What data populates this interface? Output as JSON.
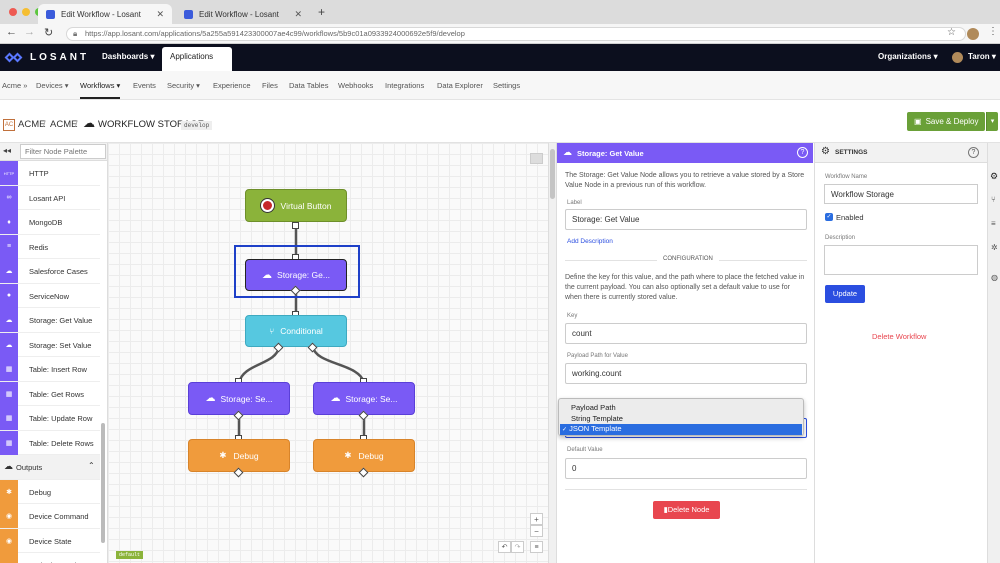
{
  "browser": {
    "tabs": [
      {
        "title": "Edit Workflow - Losant"
      },
      {
        "title": "Edit Workflow - Losant"
      }
    ],
    "new_tab_icon": "plus-icon",
    "url": "https://app.losant.com/applications/5a255a591423300007ae4c99/workflows/5b9c01a0933924000692e5f9/develop"
  },
  "topnav": {
    "brand": "LOSANT",
    "dashboards": "Dashboards",
    "applications": "Applications",
    "organizations": "Organizations",
    "user": "Taron"
  },
  "subnav": {
    "items": [
      "Acme »",
      "Devices",
      "Workflows",
      "Events",
      "Security",
      "Experience",
      "Files",
      "Data Tables",
      "Webhooks",
      "Integrations",
      "Data Explorer",
      "Settings"
    ]
  },
  "breadcrumb": {
    "badge": "AC",
    "org": "ACME",
    "app": "ACME",
    "workflow": "WORKFLOW STORAGE",
    "version": "develop",
    "save_deploy": "Save & Deploy"
  },
  "palette": {
    "filter_placeholder": "Filter Node Palette",
    "items": [
      {
        "label": "HTTP",
        "color": "#7a5af5",
        "icon": "http-icon",
        "icon_text": "HTTP"
      },
      {
        "label": "Losant API",
        "color": "#7a5af5",
        "icon": "infinity-icon",
        "icon_text": "∞"
      },
      {
        "label": "MongoDB",
        "color": "#7a5af5",
        "icon": "leaf-icon",
        "icon_text": "♦"
      },
      {
        "label": "Redis",
        "color": "#7a5af5",
        "icon": "stack-icon",
        "icon_text": "≡"
      },
      {
        "label": "Salesforce Cases",
        "color": "#7a5af5",
        "icon": "cloud-icon",
        "icon_text": "☁"
      },
      {
        "label": "ServiceNow",
        "color": "#7a5af5",
        "icon": "circle-icon",
        "icon_text": "●"
      },
      {
        "label": "Storage: Get Value",
        "color": "#7a5af5",
        "icon": "cloud-download-icon",
        "icon_text": "☁"
      },
      {
        "label": "Storage: Set Value",
        "color": "#7a5af5",
        "icon": "cloud-upload-icon",
        "icon_text": "☁"
      },
      {
        "label": "Table: Insert Row",
        "color": "#7a5af5",
        "icon": "table-icon",
        "icon_text": "▦"
      },
      {
        "label": "Table: Get Rows",
        "color": "#7a5af5",
        "icon": "table-icon",
        "icon_text": "▦"
      },
      {
        "label": "Table: Update Row",
        "color": "#7a5af5",
        "icon": "table-icon",
        "icon_text": "▦"
      },
      {
        "label": "Table: Delete Rows",
        "color": "#7a5af5",
        "icon": "table-icon",
        "icon_text": "▦"
      }
    ],
    "outputs_header": "Outputs",
    "outputs": [
      {
        "label": "Debug",
        "color": "#f09b3c",
        "icon": "bug-icon",
        "icon_text": "✱"
      },
      {
        "label": "Device Command",
        "color": "#f09b3c",
        "icon": "terminal-icon",
        "icon_text": "◉"
      },
      {
        "label": "Device State",
        "color": "#f09b3c",
        "icon": "state-icon",
        "icon_text": "◉"
      },
      {
        "label": "Endpoint Reply",
        "color": "#f09b3c",
        "icon": "reply-icon",
        "icon_text": "↩"
      }
    ]
  },
  "canvas": {
    "nodes": {
      "virtual_button": "Virtual Button",
      "storage_get": "Storage: Ge...",
      "conditional": "Conditional",
      "storage_set_left": "Storage: Se...",
      "storage_set_right": "Storage: Se...",
      "debug_left": "Debug",
      "debug_right": "Debug"
    },
    "colors": {
      "trigger": "#8bb33a",
      "storage": "#7a5af5",
      "logic": "#56c8e0",
      "output": "#f09b3c",
      "selected": "#1e40c8"
    },
    "zoom_in": "+",
    "zoom_out": "−",
    "tag": "default"
  },
  "node_editor": {
    "title": "Storage: Get Value",
    "header_color": "#7a5af5",
    "description": "The Storage: Get Value Node allows you to retrieve a value stored by a Store Value Node in a previous run of this workflow.",
    "label_caption": "Label",
    "label_value": "Storage: Get Value",
    "add_description": "Add Description",
    "config_header": "CONFIGURATION",
    "config_text": "Define the key for this value, and the path where to place the fetched value in the current payload. You can also optionally set a default value to use for when there is currently stored value.",
    "key_caption": "Key",
    "key_value": "count",
    "path_caption": "Payload Path for Value",
    "path_value": "working.count",
    "dropdown_options": [
      "Payload Path",
      "String Template",
      "JSON Template"
    ],
    "dropdown_selected": "JSON Template",
    "default_caption": "Default Value",
    "default_value": "0",
    "delete_node": "Delete Node",
    "delete_color": "#e8464f"
  },
  "settings": {
    "title": "SETTINGS",
    "name_caption": "Workflow Name",
    "name_value": "Workflow Storage",
    "enabled_label": "Enabled",
    "description_caption": "Description",
    "update": "Update",
    "delete_workflow": "Delete Workflow",
    "update_color": "#2b4ee0",
    "delete_color": "#e8464f"
  }
}
